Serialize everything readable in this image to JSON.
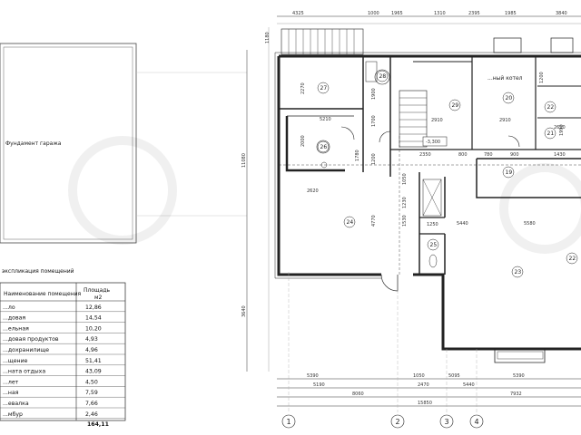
{
  "garage_label": "Фундамент гаража",
  "table": {
    "title": "экспликация помещений",
    "col_name": "Наименование помещения",
    "col_area": "Площадь",
    "col_unit": "м2",
    "rows": [
      {
        "name": "...ло",
        "area": "12,86"
      },
      {
        "name": "...довая",
        "area": "14,54"
      },
      {
        "name": "...ельная",
        "area": "10,20"
      },
      {
        "name": "...довая продуктов",
        "area": "4,93"
      },
      {
        "name": "...дохранилище",
        "area": "4,96"
      },
      {
        "name": "...щение",
        "area": "51,41"
      },
      {
        "name": "...ната отдыха",
        "area": "43,09"
      },
      {
        "name": "...лет",
        "area": "4,50"
      },
      {
        "name": "...ная",
        "area": "7,59"
      },
      {
        "name": "...евалка",
        "area": "7,66"
      },
      {
        "name": "...мбур",
        "area": "2,46"
      }
    ],
    "total": "164,11"
  },
  "top_dims": [
    "4325",
    "1000",
    "1965",
    "1310",
    "2395",
    "1985",
    "3840"
  ],
  "left_dims": [
    "1180",
    "11080",
    "3640"
  ],
  "inner_dims": [
    "2270",
    "1900",
    "1700",
    "5210",
    "2000",
    "1780",
    "1200",
    "2620",
    "4770",
    "1530",
    "1230",
    "1050",
    "1250",
    "2910",
    "2910",
    "2610",
    "5440",
    "5580",
    "1430",
    "2350",
    "800",
    "780",
    "900",
    "1200",
    "1990"
  ],
  "level_mark": "-3,300",
  "bottom_dims_row1": [
    "5390",
    "1050",
    "5095",
    "5390"
  ],
  "bottom_dims_row2": [
    "5190",
    "2470",
    "5440"
  ],
  "bottom_dims_row3": [
    "8060",
    "7932"
  ],
  "bottom_total": "15850",
  "axes": [
    "1",
    "2",
    "3",
    "4"
  ],
  "rooms": [
    "27",
    "28",
    "29",
    "26",
    "24",
    "25",
    "20",
    "21",
    "22",
    "19",
    "23",
    "22"
  ],
  "room_note": "...ный котел"
}
